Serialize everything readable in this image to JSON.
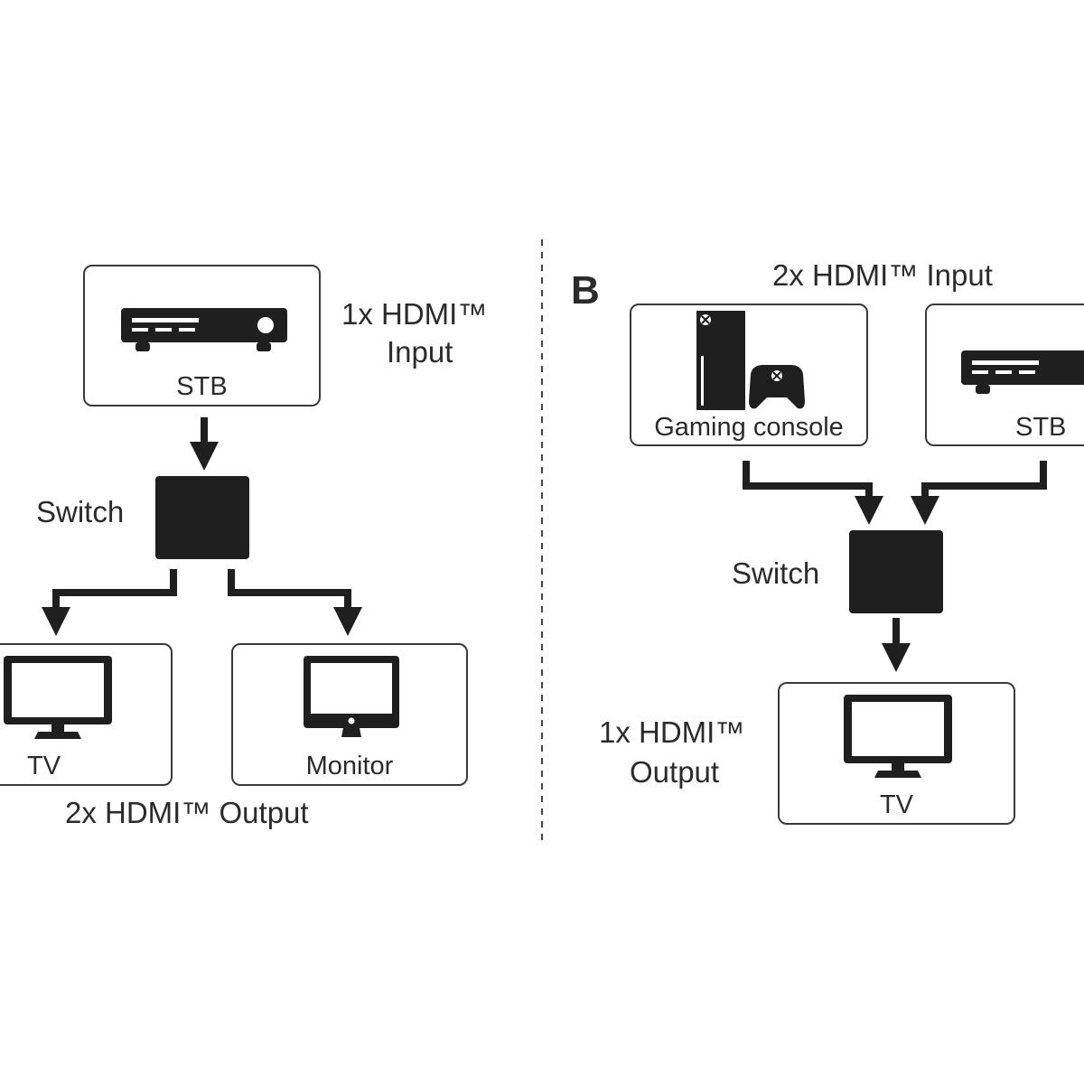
{
  "colors": {
    "ink": "#1f1f1f",
    "frame": "#3a3a3a",
    "text": "#2b2b2b",
    "background": "#ffffff"
  },
  "panel_a": {
    "input_label_line1": "1x HDMI™",
    "input_label_line2": "Input",
    "source": {
      "label": "STB",
      "icon": "set-top-box-icon"
    },
    "switch_label": "Switch",
    "outputs": [
      {
        "label": "TV",
        "icon": "tv-icon"
      },
      {
        "label": "Monitor",
        "icon": "monitor-icon"
      }
    ],
    "output_label": "2x HDMI™ Output"
  },
  "panel_b": {
    "letter": "B",
    "input_label": "2x HDMI™ Input",
    "sources": [
      {
        "label": "Gaming console",
        "icon": "gaming-console-icon"
      },
      {
        "label": "STB",
        "icon": "set-top-box-icon"
      }
    ],
    "switch_label": "Switch",
    "output_label_line1": "1x HDMI™",
    "output_label_line2": "Output",
    "output": {
      "label": "TV",
      "icon": "tv-icon"
    }
  }
}
